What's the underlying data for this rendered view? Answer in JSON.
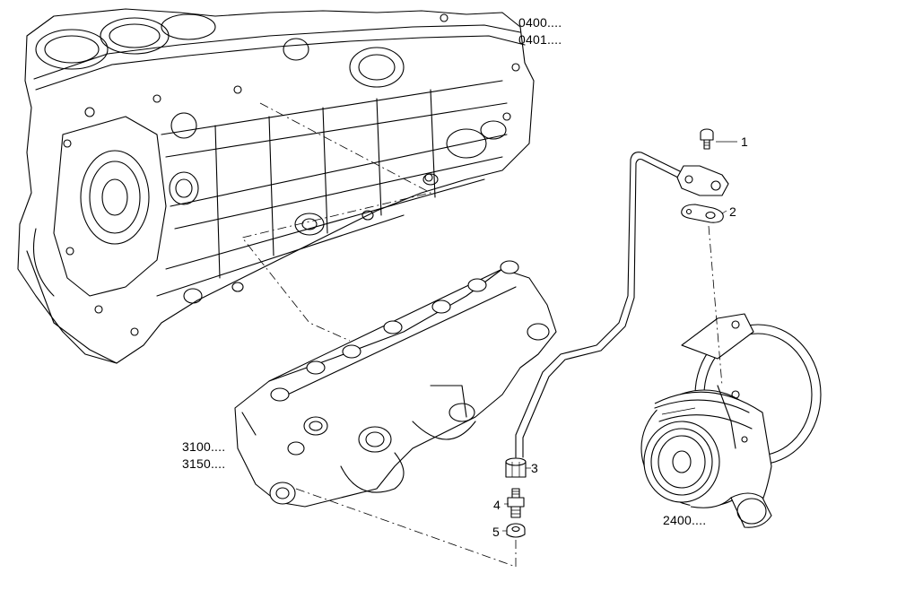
{
  "labels": {
    "engine_block_ref_1": "0400....",
    "engine_block_ref_2": "0401....",
    "manifold_ref_1": "3100....",
    "manifold_ref_2": "3150....",
    "turbo_ref": "2400....",
    "item_1": "1",
    "item_2": "2",
    "item_3": "3",
    "item_4": "4",
    "item_5": "5"
  },
  "colors": {
    "ink": "#000000",
    "background": "#ffffff"
  }
}
